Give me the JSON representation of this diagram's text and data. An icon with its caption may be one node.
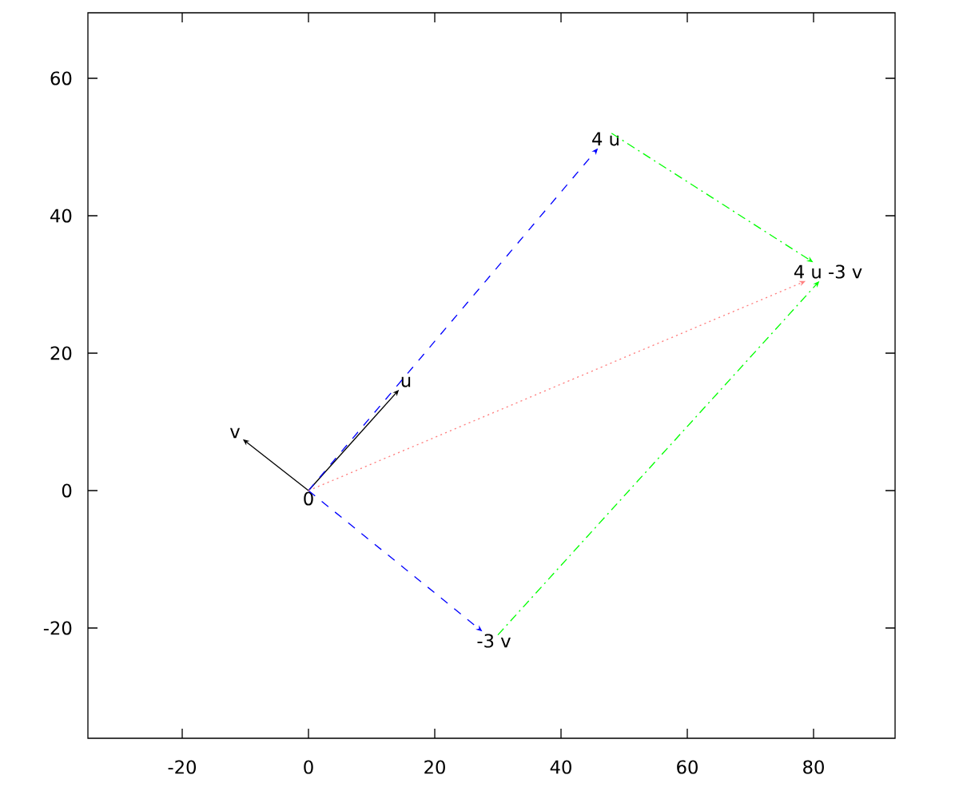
{
  "diagram": {
    "nodes": [
      {
        "text": [
          "0"
        ]
      },
      {
        "text": [
          "u"
        ]
      },
      {
        "text": [
          "v"
        ]
      },
      {
        "text": [
          "4 u"
        ]
      },
      {
        "text": [
          "-3 v"
        ]
      },
      {
        "text": [
          "4 u -3 v"
        ]
      }
    ],
    "edges": [
      {
        "from": 0,
        "to": 1,
        "arrow": "to"
      },
      {
        "from": 0,
        "to": 2,
        "arrow": "to"
      },
      {
        "from": 0,
        "to": 3,
        "arrow": "to",
        "style": "dashed",
        "color": "#0000ff"
      },
      {
        "from": 0,
        "to": 4,
        "arrow": "to",
        "style": "dashed",
        "color": "#0000ff"
      },
      {
        "from": 3,
        "to": 5,
        "arrow": "to",
        "style": "dashed",
        "color": "#00ff00"
      },
      {
        "from": 4,
        "to": 5,
        "arrow": "to",
        "style": "dashed",
        "color": "#00ff00"
      },
      {
        "from": 0,
        "to": 5,
        "arrow": "to",
        "style": "dashed",
        "color": "#ff8080"
      }
    ],
    "labels": [
      "60",
      "40",
      "20",
      "0",
      "-20",
      "-20",
      "0",
      "20",
      "40",
      "60",
      "80"
    ]
  }
}
